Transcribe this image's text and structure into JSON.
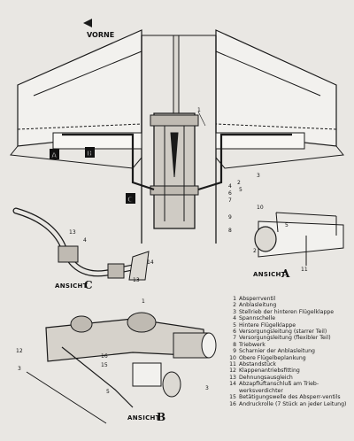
{
  "orientation_label": "VORNE",
  "views": {
    "a": {
      "prefix": "ANSICHT",
      "letter": "A"
    },
    "b": {
      "prefix": "ANSICHT",
      "letter": "B"
    },
    "c": {
      "prefix": "ANSICHT",
      "letter": "C"
    }
  },
  "markers": {
    "a": "A",
    "b": "B",
    "c": "C"
  },
  "callouts": {
    "main": [
      "1",
      "2",
      "3",
      "4",
      "5",
      "6",
      "7",
      "8",
      "9"
    ],
    "view_a": [
      "10",
      "2",
      "11",
      "5"
    ],
    "view_c": [
      "13",
      "4",
      "13",
      "14"
    ],
    "view_b": [
      "12",
      "3",
      "16",
      "15",
      "3",
      "5",
      "1"
    ]
  },
  "legend": [
    {
      "num": "1",
      "text": "Absperrventil"
    },
    {
      "num": "2",
      "text": "Anblasleitung"
    },
    {
      "num": "3",
      "text": "Stellrieb der hinteren Flügelklappe"
    },
    {
      "num": "4",
      "text": "Spannschelle"
    },
    {
      "num": "5",
      "text": "Hintere Flügelklappe"
    },
    {
      "num": "6",
      "text": "Versorgungsleitung (starrer Teil)"
    },
    {
      "num": "7",
      "text": "Versorgungsleitung (flexibler Teil)"
    },
    {
      "num": "8",
      "text": "Triebwerk"
    },
    {
      "num": "9",
      "text": "Scharnier der Anblasleitung"
    },
    {
      "num": "10",
      "text": "Obere Flügelbeplankung"
    },
    {
      "num": "11",
      "text": "Abstandstück"
    },
    {
      "num": "12",
      "text": "Klappenantriebsfitting"
    },
    {
      "num": "13",
      "text": "Dehnungsausgleich"
    },
    {
      "num": "14",
      "text": "Abzapfluftanschluß am Trieb-werksverdichter"
    },
    {
      "num": "15",
      "text": "Betätigungswelle des Absperr-ventils"
    },
    {
      "num": "16",
      "text": "Andruckrolle (7 Stück an jeder Leitung)"
    }
  ]
}
